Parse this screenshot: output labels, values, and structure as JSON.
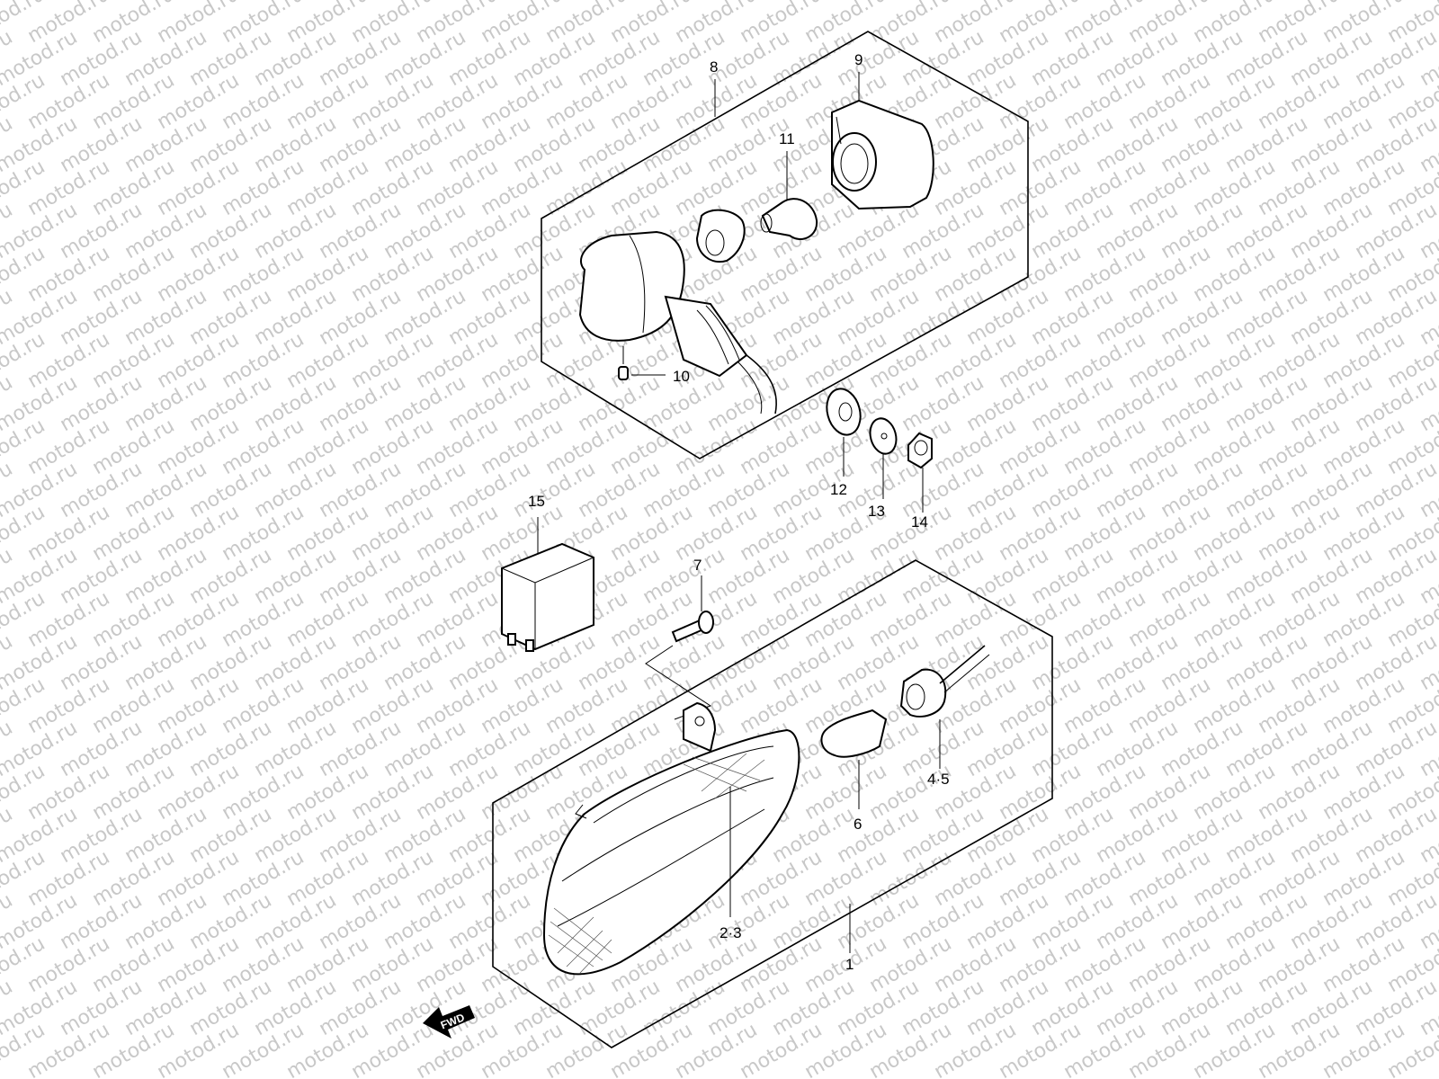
{
  "watermark": "motod.ru",
  "direction_badge": "FWD",
  "callouts": {
    "c1": "1",
    "c2_3": "2·3",
    "c4_5": "4·5",
    "c6": "6",
    "c7": "7",
    "c8": "8",
    "c9": "9",
    "c10": "10",
    "c11": "11",
    "c12": "12",
    "c13": "13",
    "c14": "14",
    "c15": "15"
  }
}
